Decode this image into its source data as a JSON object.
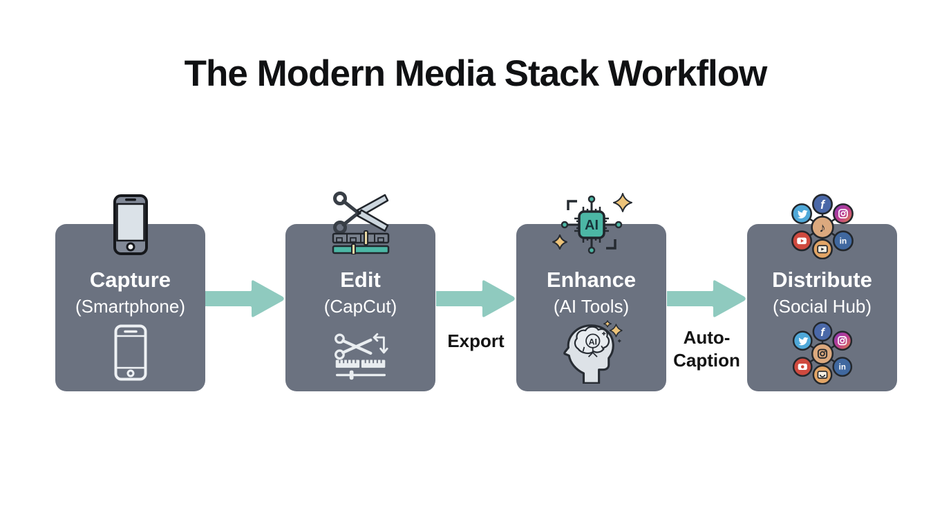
{
  "title": "The Modern Media Stack Workflow",
  "steps": [
    {
      "label": "Capture",
      "sublabel": "(Smartphone)",
      "top_icon": "smartphone-icon",
      "bottom_icon": "smartphone-outline-icon"
    },
    {
      "label": "Edit",
      "sublabel": "(CapCut)",
      "top_icon": "scissors-timeline-icon",
      "bottom_icon": "edit-tools-icon"
    },
    {
      "label": "Enhance",
      "sublabel": "(AI Tools)",
      "top_icon": "ai-chip-icon",
      "bottom_icon": "ai-brain-icon"
    },
    {
      "label": "Distribute",
      "sublabel": "(Social Hub)",
      "top_icon": "social-network-icon",
      "bottom_icon": "social-network-icon"
    }
  ],
  "connectors": [
    {
      "label_lines": []
    },
    {
      "label_lines": [
        "Export"
      ]
    },
    {
      "label_lines": [
        "Auto-",
        "Caption"
      ]
    }
  ],
  "icon_text": {
    "ai_chip": "AI",
    "ai_brain": "AI",
    "facebook": "f",
    "linkedin": "in",
    "note": "♪"
  },
  "colors": {
    "background": "#ffffff",
    "title_text": "#101113",
    "box": "#6b7280",
    "box_text": "#ffffff",
    "arrow": "#8fcabf",
    "teal_accent": "#4cb7a5",
    "sparkle_gold": "#edc379",
    "connector_text": "#141414"
  }
}
